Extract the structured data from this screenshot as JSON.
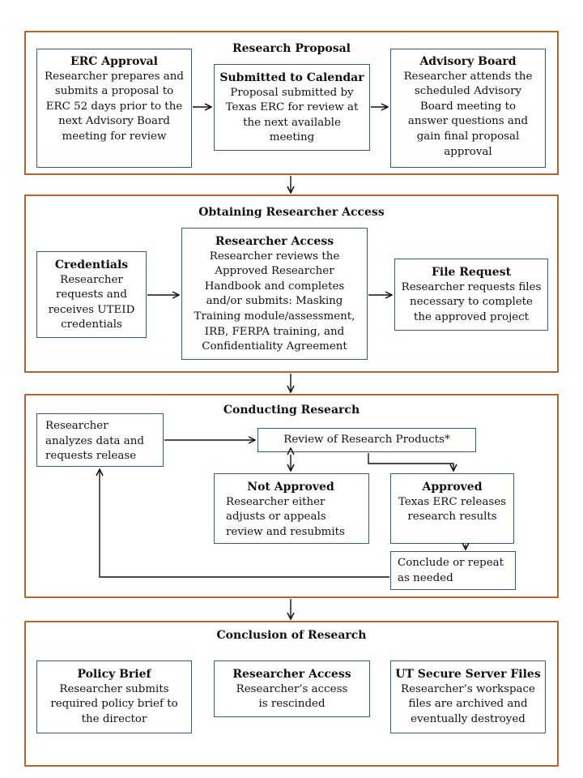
{
  "sections": {
    "s1": {
      "title": "Research Proposal",
      "erc": {
        "heading": "ERC Approval",
        "text": "Researcher prepares and submits a proposal to ERC 52 days prior to the next Advisory Board meeting for review"
      },
      "cal": {
        "heading": "Submitted to Calendar",
        "text": "Proposal submitted by Texas ERC for review at the next available meeting"
      },
      "adv": {
        "heading": "Advisory Board",
        "text": "Researcher attends the scheduled Advisory Board meeting to answer questions and gain final proposal approval"
      }
    },
    "s2": {
      "title": "Obtaining Researcher Access",
      "cred": {
        "heading": "Credentials",
        "text": "Researcher requests and receives UTEID credentials"
      },
      "access": {
        "heading": "Researcher Access",
        "text": "Researcher reviews the Approved Researcher Handbook and completes and/or submits: Masking Training module/assessment, IRB, FERPA training, and Confidentiality Agreement"
      },
      "file": {
        "heading": "File Request",
        "text": "Researcher requests files necessary to complete the approved project"
      }
    },
    "s3": {
      "title": "Conducting Research",
      "analyze": {
        "text": "Researcher analyzes data and requests release"
      },
      "review": {
        "text": "Review of Research Products*"
      },
      "notapproved": {
        "heading": "Not Approved",
        "text": "Researcher either adjusts or appeals review and resubmits"
      },
      "approved": {
        "heading": "Approved",
        "text": "Texas ERC releases research results"
      },
      "conclude": {
        "text": "Conclude or repeat as needed"
      }
    },
    "s4": {
      "title": "Conclusion of Research",
      "policy": {
        "heading": "Policy Brief",
        "text": "Researcher submits required policy brief to the director"
      },
      "access": {
        "heading": "Researcher Access",
        "text": "Researcher’s access is rescinded"
      },
      "server": {
        "heading": "UT Secure Server Files",
        "text": "Researcher’s workspace files are archived and eventually destroyed"
      }
    }
  }
}
